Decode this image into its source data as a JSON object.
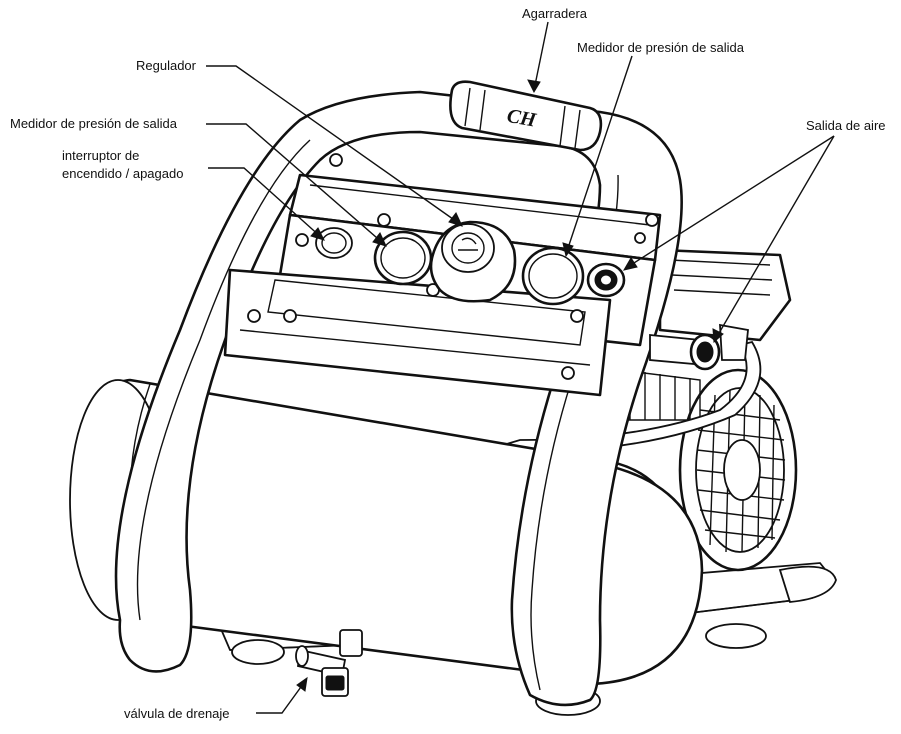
{
  "labels": {
    "top_edge": "",
    "handle": "Agarradera",
    "outlet_gauge": "Medidor de presión de salida",
    "regulator": "Regulador",
    "tank_gauge": "Medidor de presión de salida",
    "switch_line1": "interruptor de",
    "switch_line2": "encendido / apagado",
    "air_outlet": "Salida de aire",
    "drain_valve": "válvula de drenaje"
  },
  "handle_logo": "CH",
  "icons": {
    "gauge": "gauge-icon",
    "knob": "regulator-knob-icon",
    "switch": "power-switch-icon",
    "coupler": "air-coupler-icon"
  },
  "colors": {
    "line": "#111111",
    "background": "#ffffff"
  }
}
